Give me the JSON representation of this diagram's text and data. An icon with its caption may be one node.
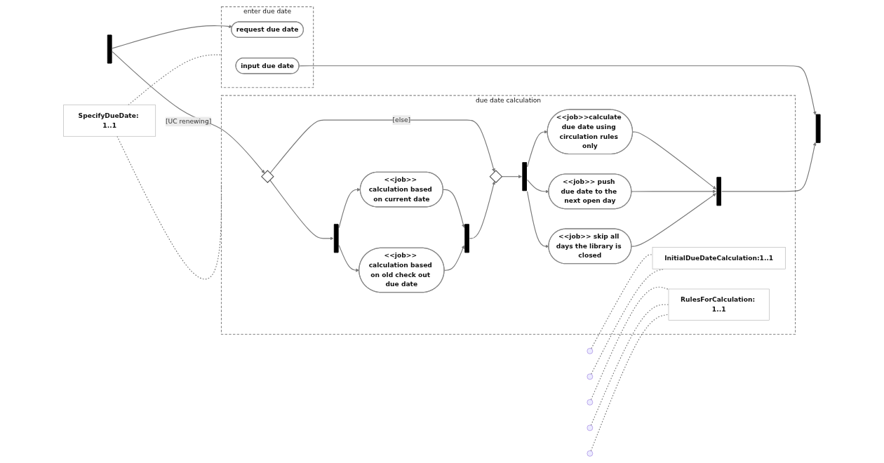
{
  "diagram": {
    "nodes": [
      {
        "text": [
          "SpecifyDueDate: 1..1"
        ]
      },
      {
        "text": [
          "enter due date"
        ]
      },
      {
        "text": [
          "request due date"
        ],
        "in": 1
      },
      {
        "text": [
          "input due date"
        ],
        "in": 1
      },
      {
        "text": [],
        "shape": "bar"
      },
      {
        "text": [
          "due date calculation"
        ]
      },
      {
        "text": [],
        "shape": "diamond",
        "in": 5
      },
      {
        "text": [],
        "shape": "bar",
        "in": 5
      },
      {
        "text": [
          "<<job>> calculation based on current date"
        ],
        "in": 5
      },
      {
        "text": [
          "<<job>> calculation based on old check out due date"
        ],
        "in": 5
      },
      {
        "text": [],
        "shape": "bar",
        "in": 5
      },
      {
        "text": [],
        "shape": "diamond",
        "in": 5
      },
      {
        "text": [],
        "shape": "bar",
        "in": 5
      },
      {
        "text": [
          "<<job>>calculate due date using circulation rules only"
        ],
        "in": 5
      },
      {
        "text": [
          "<<job>> push due date to the next open day"
        ],
        "in": 5
      },
      {
        "text": [
          "<<job>> skip all days the library is closed"
        ],
        "in": 5
      },
      {
        "text": [],
        "shape": "bar",
        "in": 5
      },
      {
        "text": [],
        "shape": "bar"
      },
      {
        "text": [
          "InitialDueDateCalculation:1..1"
        ],
        "in": 5
      },
      {
        "text": [
          "RulesForCalculation: 1..1"
        ],
        "in": 5
      }
    ],
    "edges": [
      {
        "from": 0,
        "to": 1,
        "arrow": "none",
        "style": "dashed"
      },
      {
        "from": 0,
        "to": 5,
        "arrow": "none",
        "style": "dashed"
      },
      {
        "from": 4,
        "to": 2,
        "arrow": "to"
      },
      {
        "from": 3,
        "to": 17,
        "arrow": "to"
      },
      {
        "from": 4,
        "to": 6,
        "arrow": "to",
        "label": "[UC renewing]"
      },
      {
        "from": 6,
        "to": 7,
        "arrow": "to"
      },
      {
        "from": 6,
        "to": 11,
        "arrow": "to",
        "label": "[else]"
      },
      {
        "from": 7,
        "to": 8,
        "arrow": "to"
      },
      {
        "from": 7,
        "to": 9,
        "arrow": "to"
      },
      {
        "from": 8,
        "to": 10,
        "arrow": "to"
      },
      {
        "from": 9,
        "to": 10,
        "arrow": "to"
      },
      {
        "from": 10,
        "to": 11,
        "arrow": "to"
      },
      {
        "from": 11,
        "to": 12,
        "arrow": "to"
      },
      {
        "from": 12,
        "to": 13,
        "arrow": "to"
      },
      {
        "from": 12,
        "to": 14,
        "arrow": "to"
      },
      {
        "from": 12,
        "to": 15,
        "arrow": "to"
      },
      {
        "from": 13,
        "to": 16,
        "arrow": "to"
      },
      {
        "from": 14,
        "to": 16,
        "arrow": "to"
      },
      {
        "from": 15,
        "to": 16,
        "arrow": "to"
      },
      {
        "from": 16,
        "to": 17,
        "arrow": "to"
      },
      {
        "from": 18,
        "to": null,
        "arrow": "none",
        "style": "dashed"
      },
      {
        "from": 18,
        "to": null,
        "arrow": "none",
        "style": "dashed"
      },
      {
        "from": 19,
        "to": null,
        "arrow": "none",
        "style": "dashed"
      },
      {
        "from": 19,
        "to": null,
        "arrow": "none",
        "style": "dashed"
      },
      {
        "from": 19,
        "to": null,
        "arrow": "none",
        "style": "dashed"
      }
    ]
  }
}
